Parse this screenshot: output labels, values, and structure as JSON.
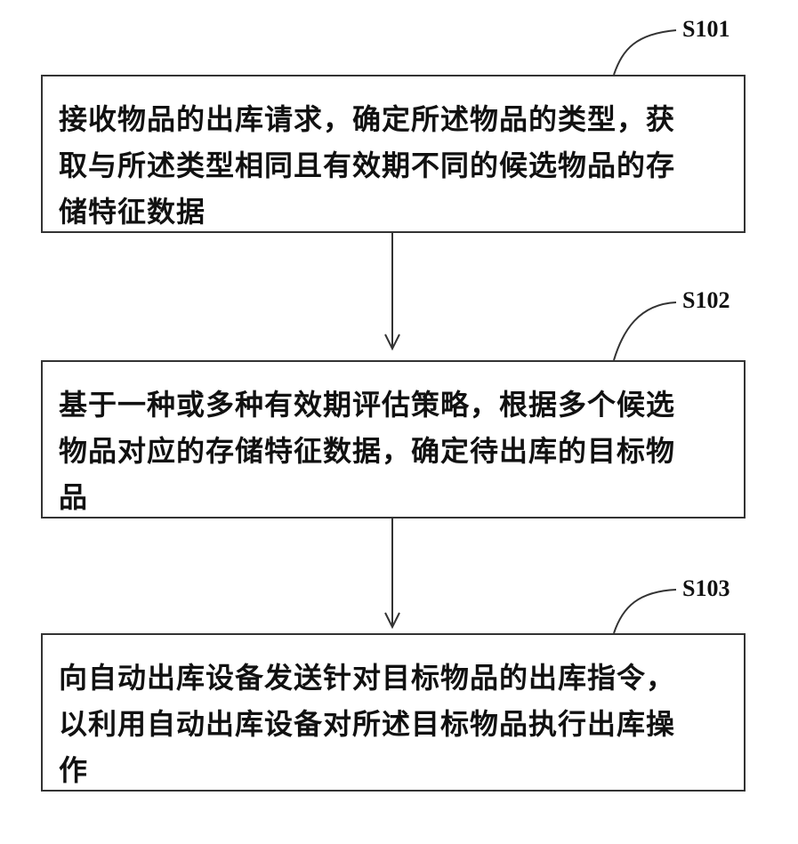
{
  "steps": [
    {
      "id": "S101",
      "text": "接收物品的出库请求，确定所述物品的类型，获\n取与所述类型相同且有效期不同的候选物品的存\n储特征数据"
    },
    {
      "id": "S102",
      "text": "基于一种或多种有效期评估策略，根据多个候选\n物品对应的存储特征数据，确定待出库的目标物\n品"
    },
    {
      "id": "S103",
      "text": "向自动出库设备发送针对目标物品的出库指令，\n以利用自动出库设备对所述目标物品执行出库操\n作"
    }
  ]
}
